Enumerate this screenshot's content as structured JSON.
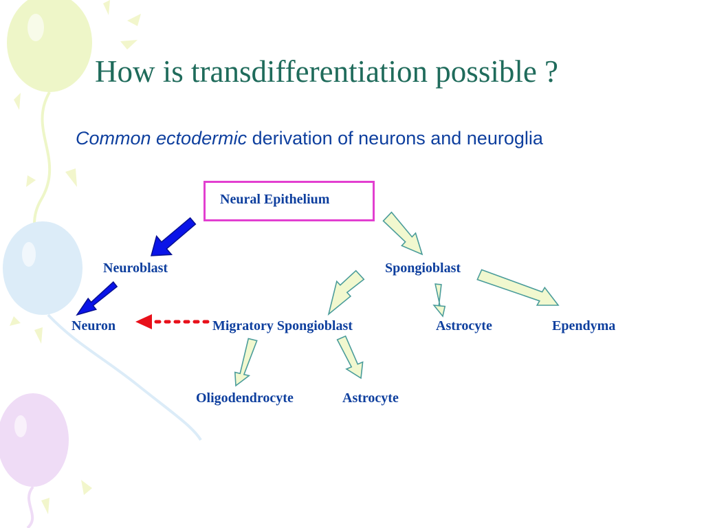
{
  "slide": {
    "title": "How is transdifferentiation possible ?",
    "subtitle_emphasis": "Common ectodermic",
    "subtitle_rest": " derivation of neurons and neuroglia"
  },
  "nodes": {
    "neural_epithelium": "Neural Epithelium",
    "neuroblast": "Neuroblast",
    "spongioblast": "Spongioblast",
    "neuron": "Neuron",
    "migratory_spongioblast": "Migratory Spongioblast",
    "astrocyte_1": "Astrocyte",
    "ependyma": "Ependyma",
    "oligodendrocyte": "Oligodendrocyte",
    "astrocyte_2": "Astrocyte"
  },
  "colors": {
    "title": "#1f6b5b",
    "text": "#0e3f9e",
    "box_border": "#e23fd0",
    "blue_arrow": "#0a14e8",
    "hollow_arrow_fill": "#f1f8cf",
    "hollow_arrow_stroke": "#4a9c9a",
    "dotted_arrow": "#e8101a",
    "balloon_yellow": "#eef6c8",
    "balloon_blue": "#dcecf8",
    "balloon_purple": "#efdcf6"
  }
}
